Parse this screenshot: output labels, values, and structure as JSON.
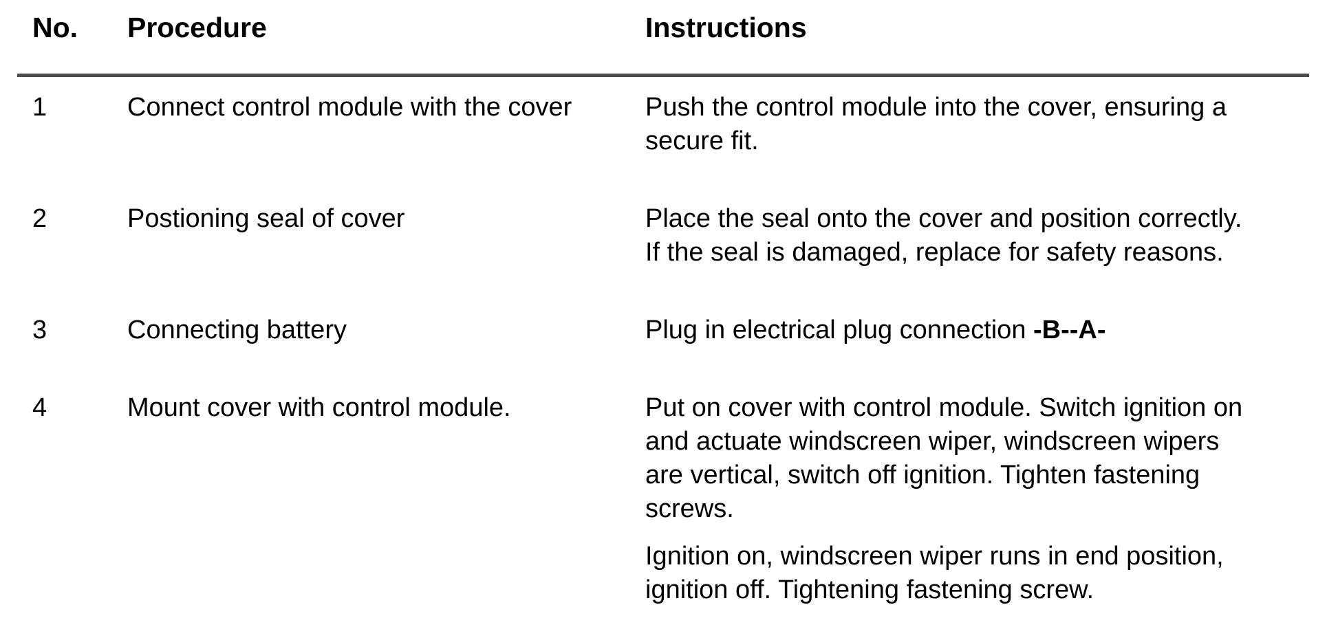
{
  "table": {
    "headers": [
      {
        "label": "No."
      },
      {
        "label": "Procedure"
      },
      {
        "label": "Instructions"
      }
    ],
    "rows": [
      {
        "no": "1",
        "procedure": "Connect control module with the cover",
        "instructions": [
          [
            {
              "text": "Push the control module into the cover, ensuring a secure fit."
            }
          ]
        ]
      },
      {
        "no": "2",
        "procedure": "Postioning seal of cover",
        "instructions": [
          [
            {
              "text": "Place the seal onto the cover and position correctly. If the seal is damaged, replace for safety reasons."
            }
          ]
        ]
      },
      {
        "no": "3",
        "procedure": "Connecting battery",
        "instructions": [
          [
            {
              "text": "Plug in electrical plug connection "
            },
            {
              "text": "-B--A-",
              "bold": true
            }
          ]
        ]
      },
      {
        "no": "4",
        "procedure": "Mount cover with control module.",
        "instructions": [
          [
            {
              "text": "Put on cover with control module. Switch ignition on and actuate windscreen wiper, windscreen wipers are vertical, switch off ignition. Tighten fastening screws."
            }
          ],
          [
            {
              "text": "Ignition on, windscreen wiper runs in end position, ignition off. Tightening fastening screw."
            }
          ]
        ]
      }
    ]
  },
  "colors": {
    "divider": "#4c4c4c",
    "text": "#000000",
    "background": "#ffffff"
  }
}
